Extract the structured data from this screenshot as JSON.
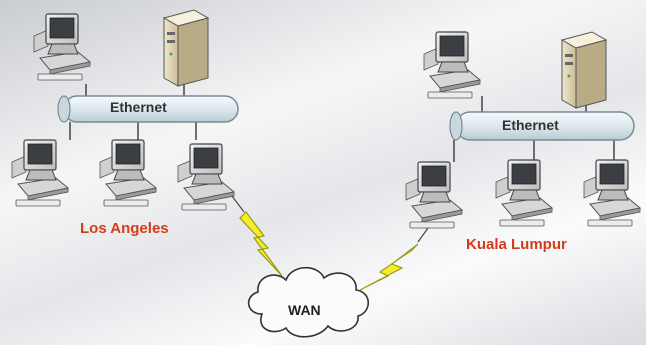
{
  "diagram": {
    "left_site": {
      "name": "Los Angeles",
      "bus_label": "Ethernet"
    },
    "right_site": {
      "name": "Kuala Lumpur",
      "bus_label": "Ethernet"
    },
    "cloud": {
      "label": "WAN"
    },
    "colors": {
      "site_label": "#d63a1a",
      "bolt": "#f2ee2a",
      "bolt_stroke": "#9a9a14",
      "bus_fill": "#dde9ee",
      "bus_stroke": "#7a8a94"
    }
  }
}
